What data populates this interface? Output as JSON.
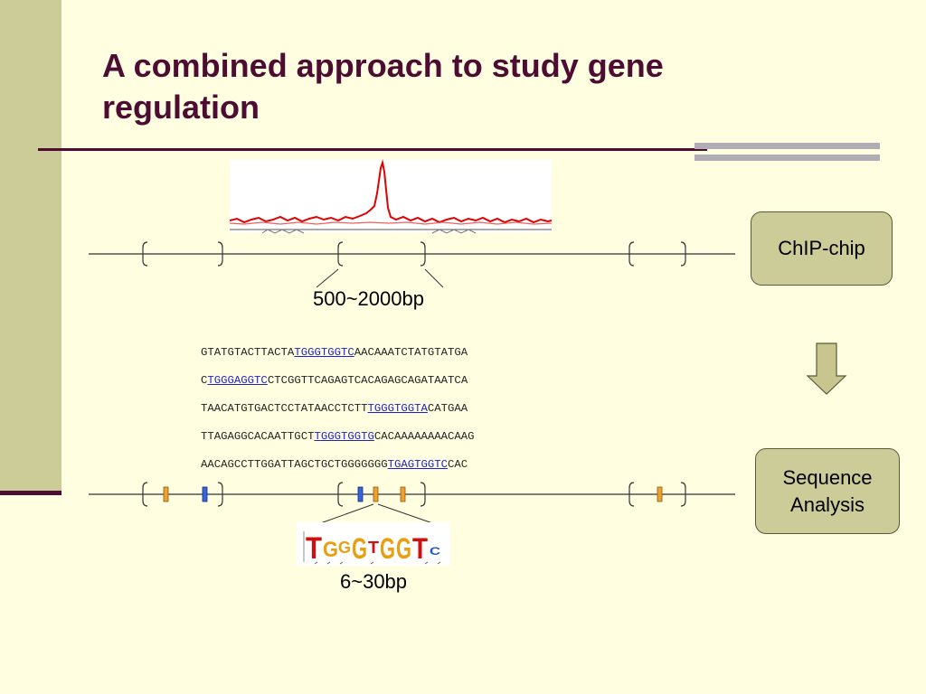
{
  "slide": {
    "title": "A combined approach to study gene regulation",
    "colors": {
      "accent": "#4D0D33",
      "band": "#CCCC99",
      "background": "#FFFEE0",
      "motif": "#1E22CC",
      "peak": "#E00000"
    }
  },
  "diagram": {
    "chip_label": "ChIP-chip",
    "seq_label_line1": "Sequence",
    "seq_label_line2": "Analysis",
    "region_size": "500~2000bp",
    "motif_size": "6~30bp",
    "arrow_icon": "down-arrow-icon"
  },
  "sequences": [
    {
      "pre": "GTATGTACTTACTA",
      "motif": "TGGGTGGTC",
      "post": "AACAAATCTATGTATGA"
    },
    {
      "pre": "C",
      "motif": "TGGGAGGTC",
      "post": "CTCGGTTCAGAGTCACAGAGCAGATAATCA"
    },
    {
      "pre": "TAACATGTGACTCCTATAACCTCTT",
      "motif": "TGGGTGGTA",
      "post": "CATGAA"
    },
    {
      "pre": "TTAGAGGCACAATTGCT",
      "motif": "TGGGTGGTG",
      "post": "CACAAAAAAAACAAG"
    },
    {
      "pre": "AACAGCCTTGGATTAGCTGCTGGGGGGG",
      "motif": "TGAGTGGTC",
      "post": "CAC"
    }
  ],
  "logo_letters": [
    "T",
    "G",
    "G",
    "G",
    "T",
    "G",
    "G",
    "T",
    "C"
  ]
}
